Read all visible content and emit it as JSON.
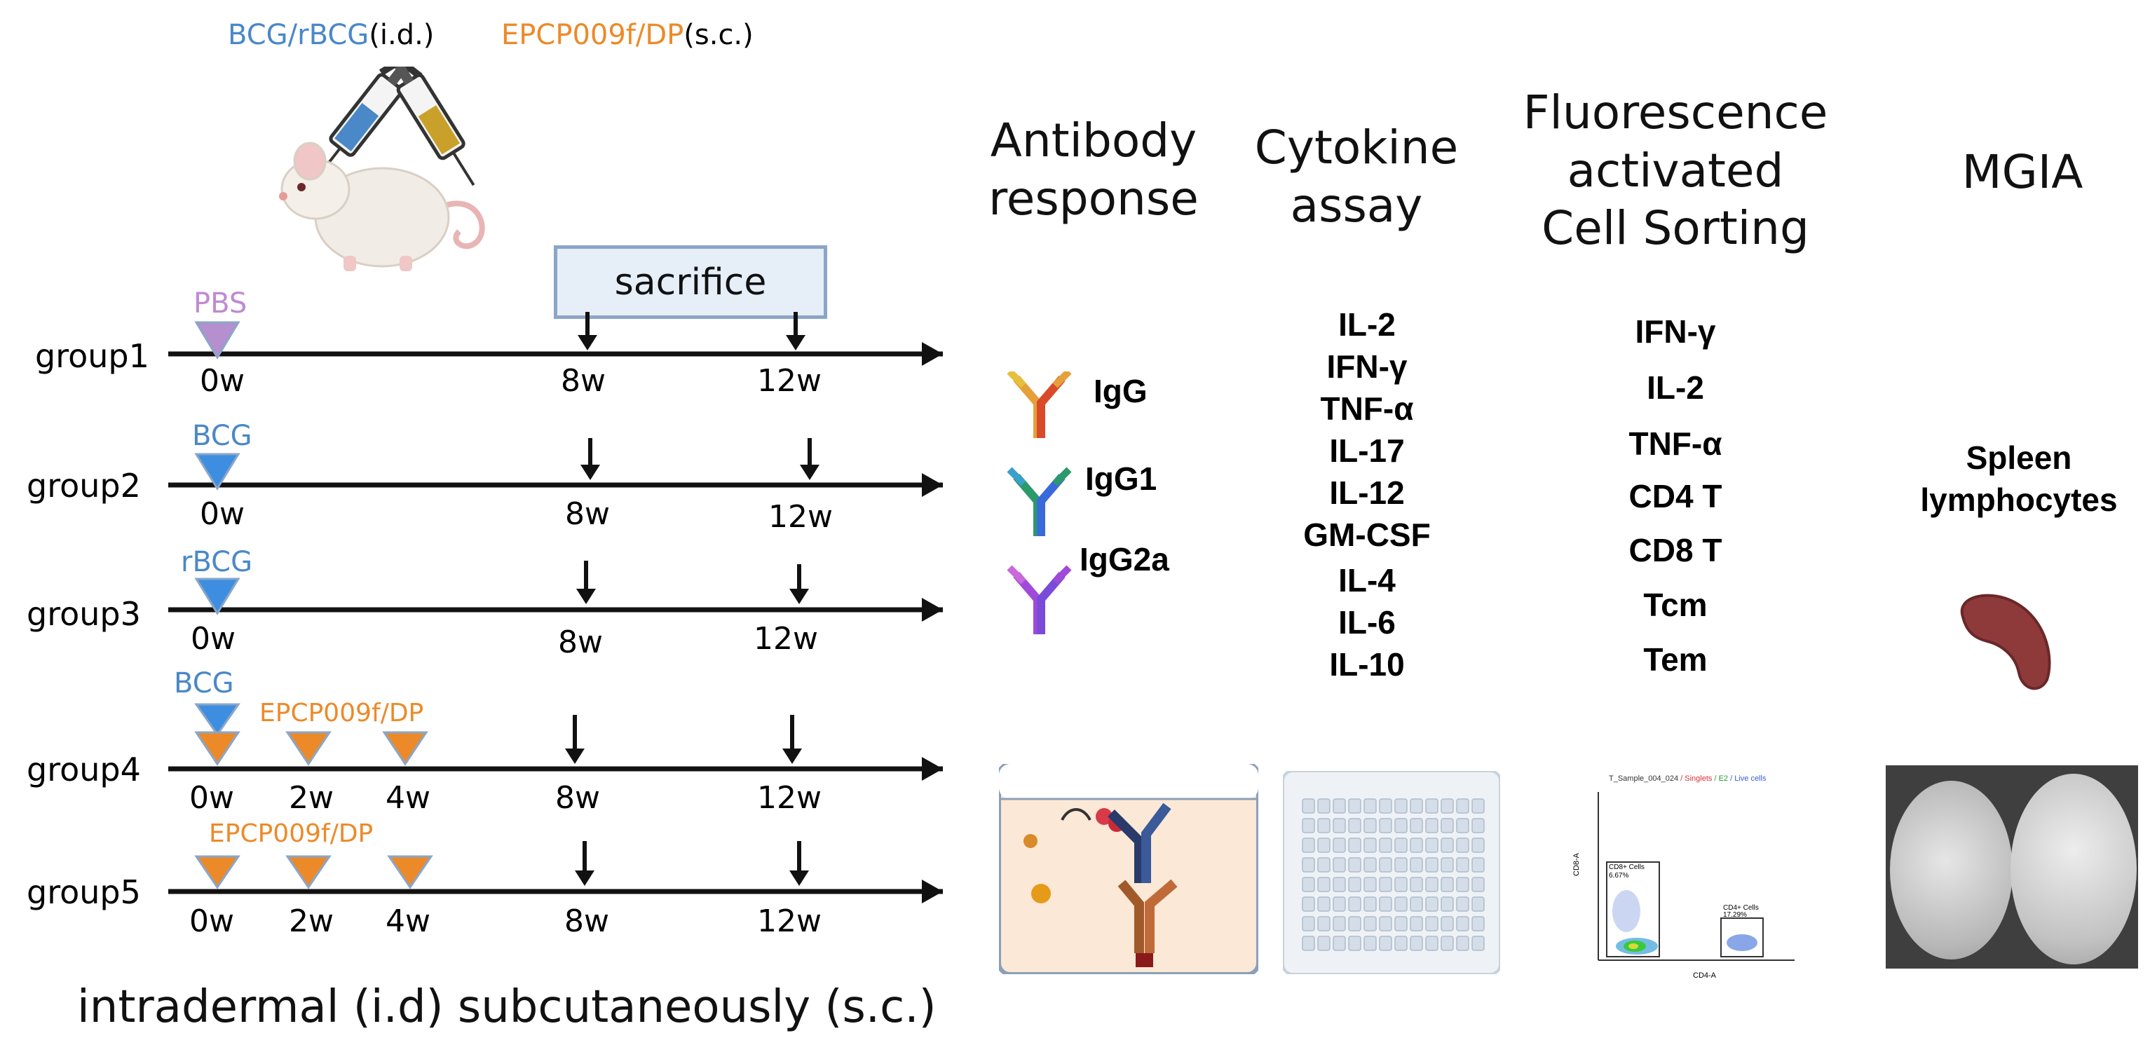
{
  "legend": {
    "vaccine1": "BCG/rBCG",
    "route1": "(i.d.)",
    "vaccine2": "EPCP009f/DP",
    "route2": "(s.c.)"
  },
  "sacrifice_label": "sacrifice",
  "groups": [
    {
      "name": "group1",
      "vaccine": "PBS",
      "doses": [
        "0w"
      ],
      "sacrifice_weeks": [
        "8w",
        "12w"
      ]
    },
    {
      "name": "group2",
      "vaccine": "BCG",
      "doses": [
        "0w"
      ],
      "sacrifice_weeks": [
        "8w",
        "12w"
      ]
    },
    {
      "name": "group3",
      "vaccine": "rBCG",
      "doses": [
        "0w"
      ],
      "sacrifice_weeks": [
        "8w",
        "12w"
      ]
    },
    {
      "name": "group4",
      "vaccine": "BCG",
      "vaccine2": "EPCP009f/DP",
      "doses": [
        "0w",
        "2w",
        "4w"
      ],
      "sacrifice_weeks": [
        "8w",
        "12w"
      ]
    },
    {
      "name": "group5",
      "vaccine": "EPCP009f/DP",
      "doses": [
        "0w",
        "2w",
        "4w"
      ],
      "sacrifice_weeks": [
        "8w",
        "12w"
      ]
    }
  ],
  "footer": "intradermal (i.d) subcutaneously (s.c.)",
  "assays": {
    "antibody": {
      "title_line1": "Antibody",
      "title_line2": "response",
      "items": [
        "IgG",
        "IgG1",
        "IgG2a"
      ]
    },
    "cytokine": {
      "title_line1": "Cytokine",
      "title_line2": "assay",
      "items": [
        "IL-2",
        "IFN-γ",
        "TNF-α",
        "IL-17",
        "IL-12",
        "GM-CSF",
        "IL-4",
        "IL-6",
        "IL-10"
      ]
    },
    "facs": {
      "title_line1": "Fluorescence",
      "title_line2": "activated",
      "title_line3": "Cell Sorting",
      "items": [
        "IFN-γ",
        "IL-2",
        "TNF-α",
        "CD4 T",
        "CD8 T",
        "Tcm",
        "Tem"
      ]
    },
    "mgia": {
      "title": "MGIA",
      "items_line1": "Spleen",
      "items_line2": "lymphocytes"
    }
  },
  "facs_plot": {
    "title": "T_Sample_004_024",
    "title_suffix1": "/ Singlets",
    "title_suffix2": "/ E2",
    "title_suffix3": "/ Live cells",
    "gate1_name": "CD8+ Cells",
    "gate1_pct": "6.67%",
    "gate2_name": "CD4+ Cells",
    "gate2_pct": "17.29%",
    "xlabel": "CD4-A",
    "ylabel": "CD8-A"
  },
  "colors": {
    "bcg_blue": "#4a88c8",
    "epcp_orange": "#ec8a2a",
    "pbs_purple": "#c08ad0",
    "sacrifice_box_fill": "#e6eef8",
    "sacrifice_box_border": "#8aa6c8",
    "spleen": "#8e3a3a",
    "petri_bg": "#4a4a4a"
  }
}
